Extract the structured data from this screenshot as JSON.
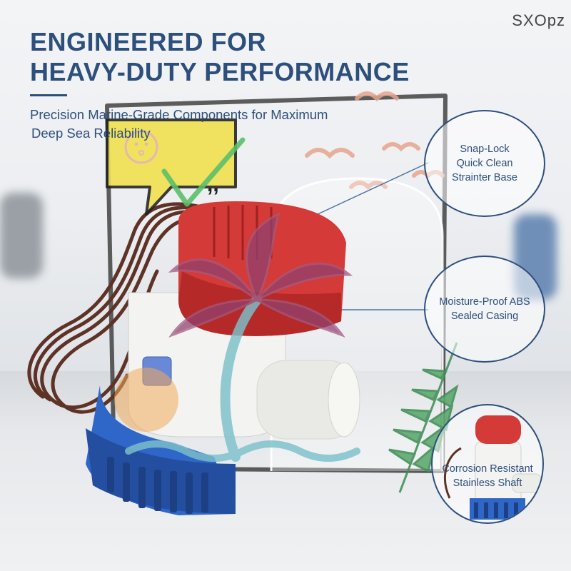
{
  "brand": "SXOpz",
  "headline": {
    "line1": "ENGINEERED FOR",
    "line2": "HEAVY-DUTY PERFORMANCE"
  },
  "subheadline": {
    "line1": "Precision Marine-Grade Components for Maximum",
    "line2": "Deep Sea Reliability"
  },
  "callouts": [
    {
      "lines": [
        "Snap-Lock",
        "Quick Clean",
        "Strainter Base"
      ]
    },
    {
      "lines": [
        "Moisture-Proof ABS",
        "Sealed Casing"
      ]
    },
    {
      "lines": [
        "Corrosion Resistant",
        "Stainless Shaft"
      ]
    }
  ],
  "colors": {
    "accent_navy": "#2d4f7c",
    "pump_cap_red": "#d43a37",
    "pump_base_blue": "#2f67c8",
    "pump_body_white": "#f3f3f1",
    "wire_brown": "#6a3a2c"
  },
  "icons": [
    "speech-bubble-sticker",
    "check-mark-icon",
    "palm-tree-sticker",
    "fern-leaf-sticker",
    "birds-sticker",
    "wave-sticker"
  ]
}
